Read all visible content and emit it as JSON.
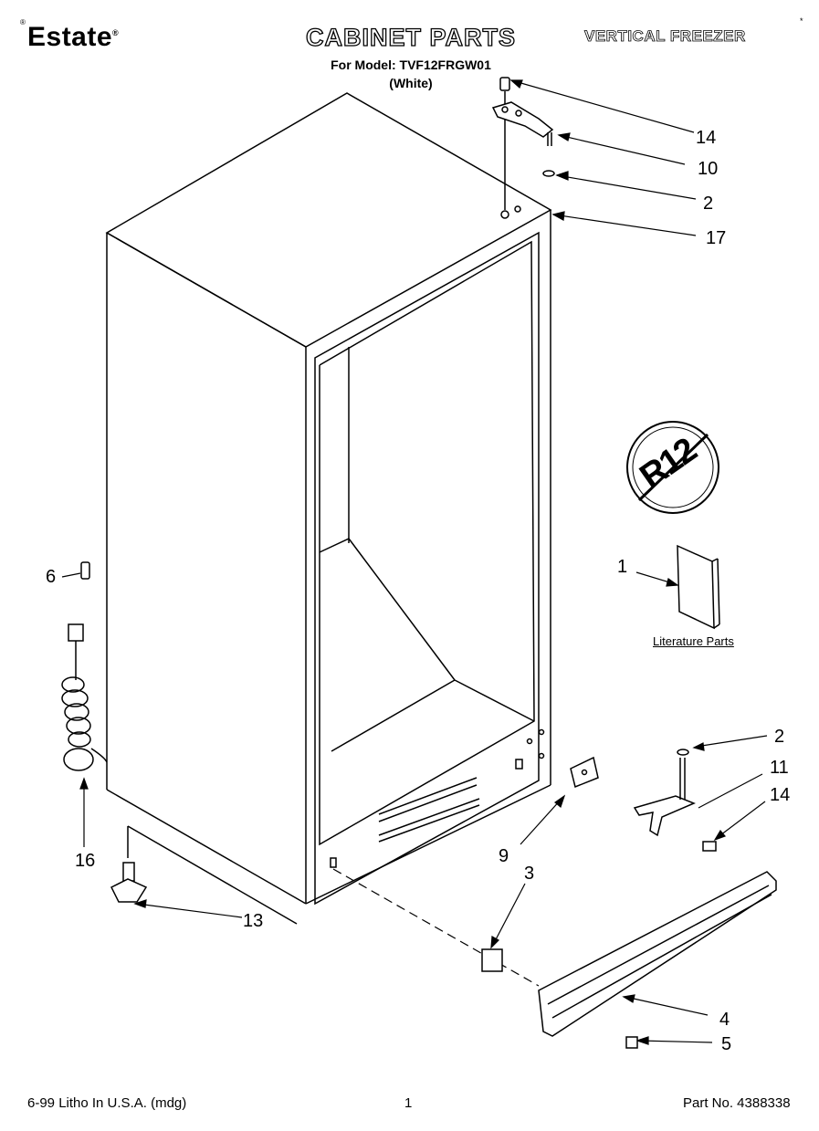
{
  "header": {
    "brand": "Estate",
    "brand_mark": "®",
    "title": "CABINET PARTS",
    "model_line": "For Model: TVF12FRGW01",
    "color_line": "(White)",
    "category": "VERTICAL FREEZER"
  },
  "callouts": [
    "14",
    "10",
    "2",
    "17",
    "6",
    "1",
    "16",
    "13",
    "2",
    "11",
    "14",
    "9",
    "3",
    "4",
    "5"
  ],
  "literature_label": "Literature Parts",
  "refrigerant_badge": "R12",
  "footer": {
    "left": "6-99 Litho In U.S.A. (mdg)",
    "center": "1",
    "right": "Part No. 4388338"
  }
}
